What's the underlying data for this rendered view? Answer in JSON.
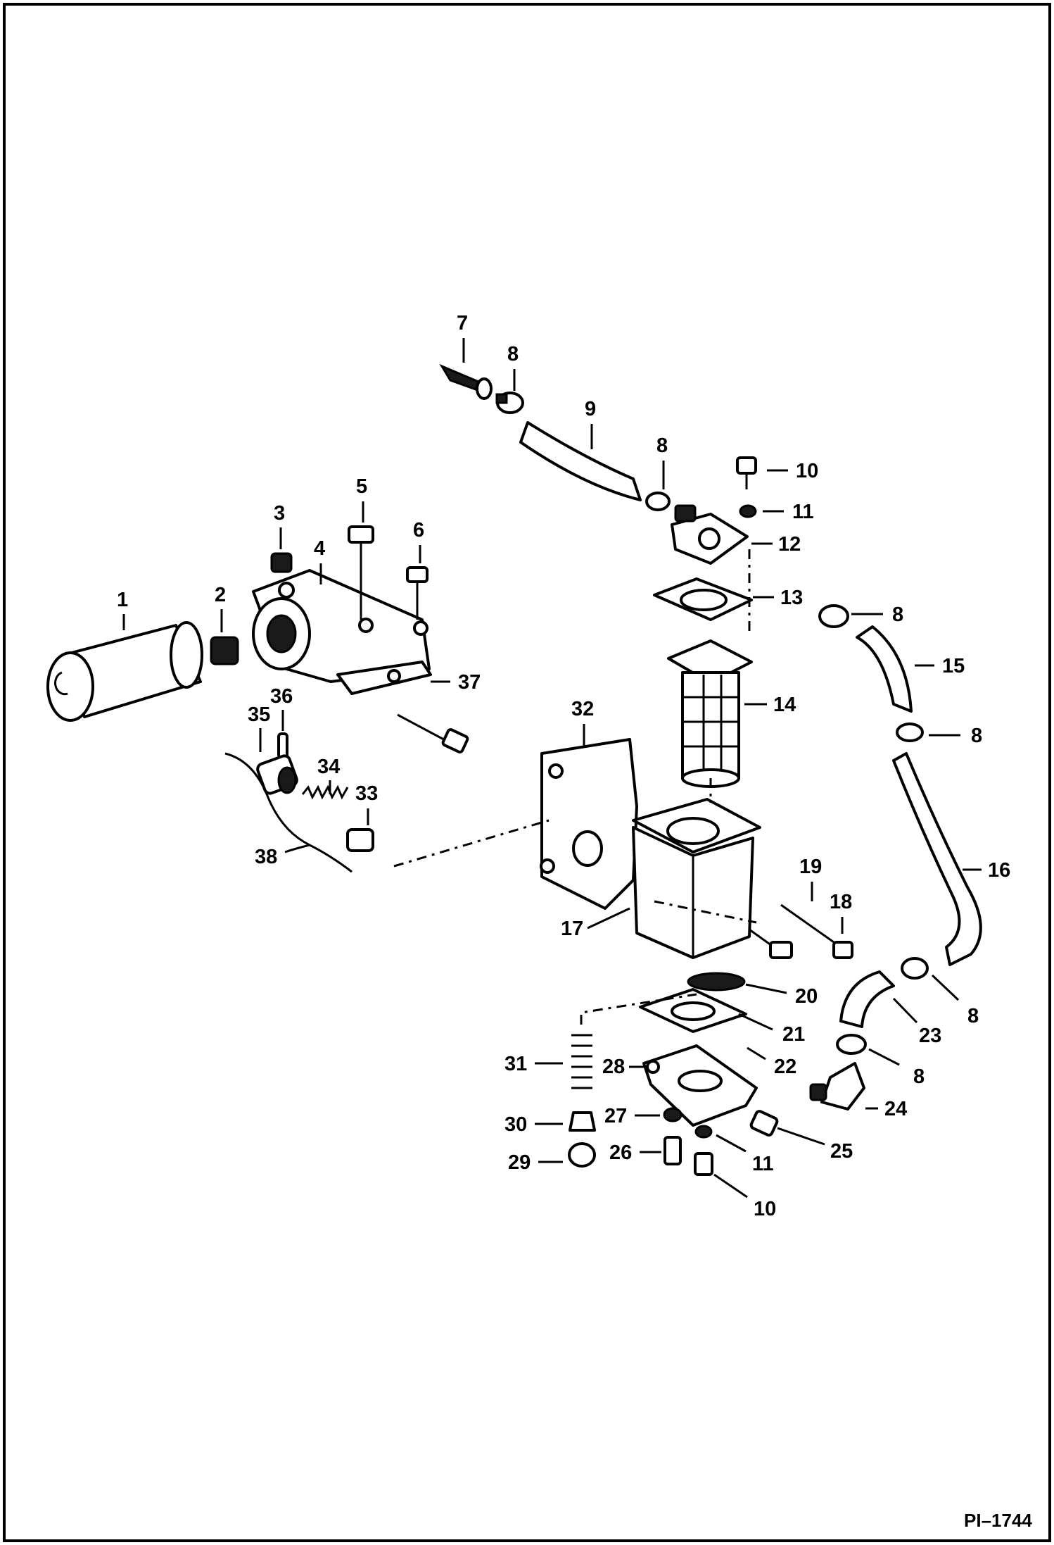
{
  "diagram": {
    "reference_code": "PI–1744",
    "callouts": [
      "1",
      "2",
      "3",
      "4",
      "5",
      "6",
      "7",
      "8",
      "9",
      "10",
      "11",
      "12",
      "13",
      "14",
      "15",
      "16",
      "17",
      "18",
      "19",
      "20",
      "21",
      "22",
      "23",
      "24",
      "25",
      "26",
      "27",
      "28",
      "29",
      "30",
      "31",
      "32",
      "33",
      "34",
      "35",
      "36",
      "37",
      "38"
    ]
  }
}
